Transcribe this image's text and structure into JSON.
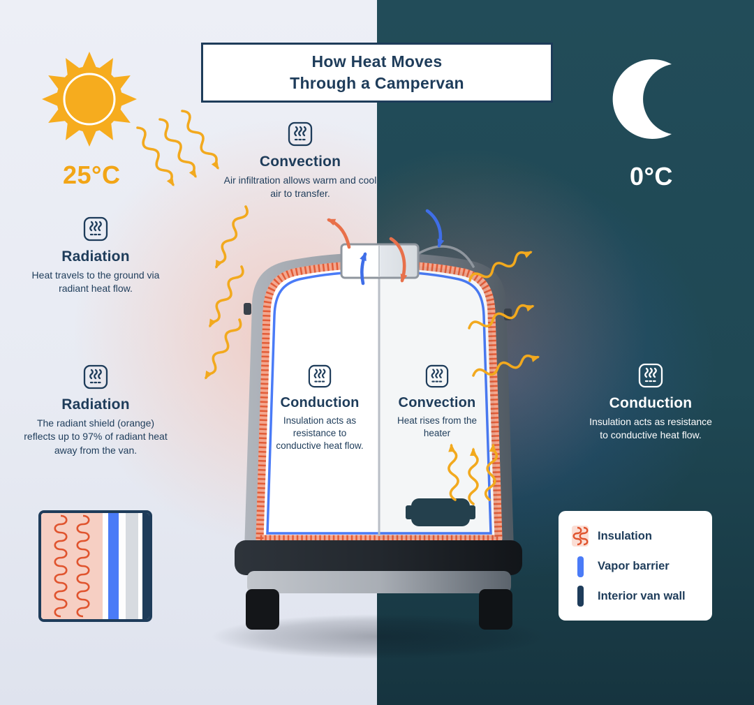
{
  "title": {
    "line1": "How Heat Moves",
    "line2": "Through a Campervan"
  },
  "day": {
    "temp": "25°C"
  },
  "night": {
    "temp": "0°C"
  },
  "sections": {
    "convection_top": {
      "heading": "Convection",
      "body": "Air infiltration allows warm and cool air to transfer."
    },
    "radiation_ground": {
      "heading": "Radiation",
      "body": "Heat travels to the ground via radiant heat flow."
    },
    "radiation_shield": {
      "heading": "Radiation",
      "body": "The radiant shield (orange) reflects up to 97% of radiant heat away from the van."
    },
    "conduction_day": {
      "heading": "Conduction",
      "body": "Insulation acts as resistance to conductive heat flow."
    },
    "convection_heater": {
      "heading": "Convection",
      "body": "Heat rises from the heater"
    },
    "conduction_night": {
      "heading": "Conduction",
      "body": "Insulation acts as resistance to conductive heat flow."
    }
  },
  "legend": {
    "items": [
      {
        "label": "Insulation"
      },
      {
        "label": "Vapor barrier"
      },
      {
        "label": "Interior van wall"
      }
    ]
  },
  "colors": {
    "navy": "#1e3c5a",
    "sun_yellow": "#f6ac1e",
    "arrow_yellow": "#f2a91e",
    "insulation_orange": "#ee6c48",
    "vapor_blue": "#4a7bf7",
    "warm_arrow": "#e8704a",
    "cool_arrow": "#3f6ee8",
    "night_bg": "#204a57",
    "day_bg": "#e9ebf2"
  }
}
